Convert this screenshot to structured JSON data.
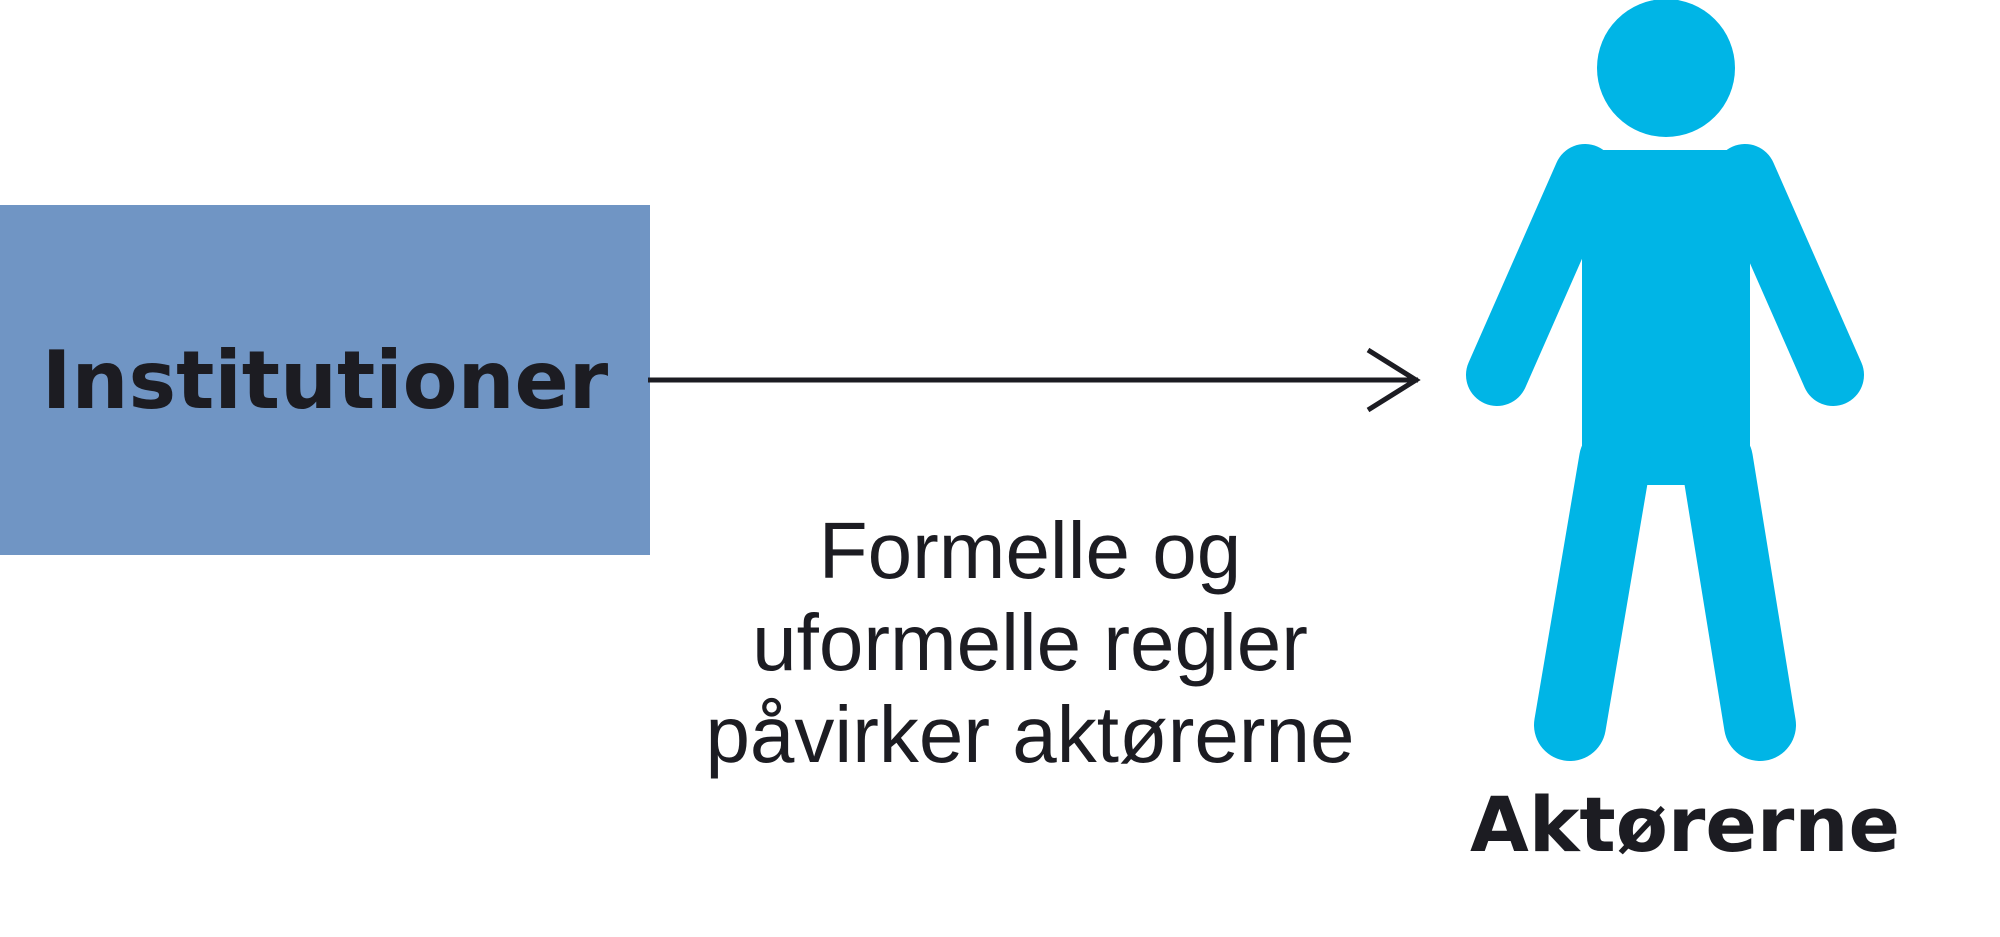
{
  "institution": {
    "label": "Institutioner"
  },
  "arrow": {
    "caption_lines": [
      "Formelle og",
      "uformelle regler",
      "påvirker aktørerne"
    ]
  },
  "actor": {
    "label": "Aktørerne"
  },
  "colors": {
    "box": "#7095c4",
    "person": "#00b5e6",
    "text": "#1c1c22",
    "background": "#ffffff"
  },
  "icons": {
    "person": "person-icon",
    "arrow": "arrow-right-icon"
  }
}
